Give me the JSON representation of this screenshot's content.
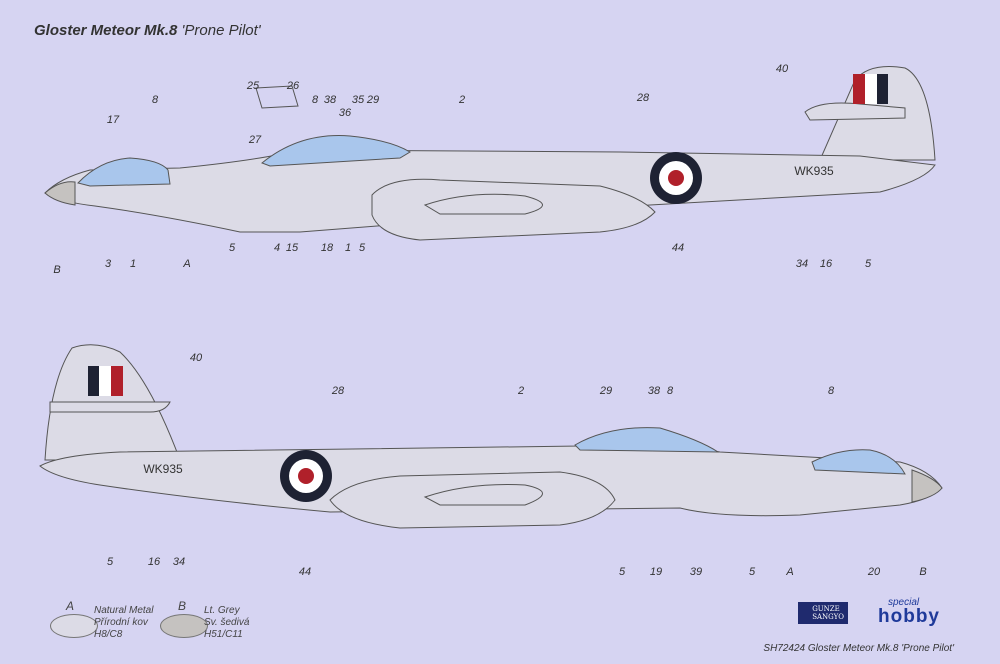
{
  "title": {
    "main": "Gloster Meteor Mk.8",
    "sub": "'Prone Pilot'"
  },
  "top_view": {
    "serial": "WK935",
    "callouts": [
      "17",
      "8",
      "25",
      "26",
      "27",
      "8",
      "38",
      "35",
      "29",
      "36",
      "2",
      "28",
      "40",
      "B",
      "3",
      "1",
      "A",
      "5",
      "4",
      "15",
      "18",
      "1",
      "5",
      "44",
      "34",
      "16",
      "5"
    ]
  },
  "bottom_view": {
    "serial": "WK935",
    "callouts": [
      "40",
      "28",
      "2",
      "29",
      "38",
      "8",
      "8",
      "44",
      "5",
      "16",
      "34",
      "5",
      "19",
      "39",
      "5",
      "A",
      "20",
      "B"
    ]
  },
  "legend": [
    {
      "letter": "A",
      "lines": [
        "Natural Metal",
        "Přírodní kov",
        "H8/C8"
      ],
      "color": "#dcdbe6"
    },
    {
      "letter": "B",
      "lines": [
        "Lt. Grey",
        "Sv. šedivá",
        "H51/C11"
      ],
      "color": "#c5c2c0"
    }
  ],
  "logos": {
    "gunze": [
      "GUNZE",
      "SANGYO"
    ],
    "hobby_top": "special",
    "hobby_main": "hobby"
  },
  "footer": "SH72424  Gloster Meteor Mk.8 'Prone Pilot'",
  "colors": {
    "background": "#d6d4f2",
    "metal": "#dcdbe6",
    "canopy": "#a9c6ec",
    "roundel_blue": "#1e2233",
    "roundel_red": "#b0202a"
  }
}
